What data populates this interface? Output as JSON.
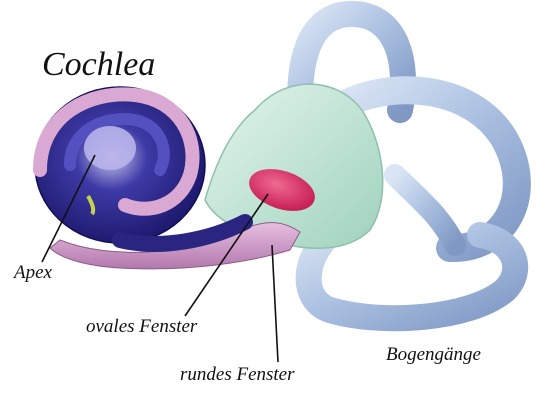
{
  "title": "Cochlea",
  "top_partial_text": "",
  "labels": {
    "apex": "Apex",
    "oval_window": "ovales Fenster",
    "round_window": "rundes Fenster",
    "semicircular_canals": "Bogengänge"
  },
  "colors": {
    "cochlea_dark": "#23207a",
    "cochlea_mid": "#3e3aa6",
    "cochlea_pink": "#c98fc4",
    "vestibule": "#bfe3d2",
    "canal": "#a9bfe0",
    "oval_window": "#d8265a"
  }
}
